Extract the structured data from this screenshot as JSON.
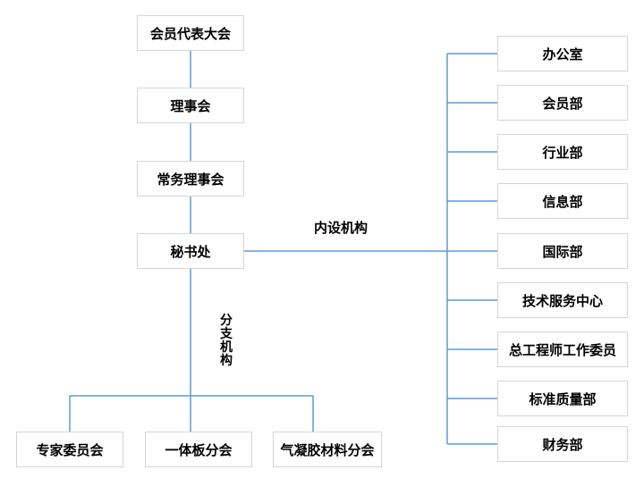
{
  "diagram": {
    "type": "org-chart",
    "colors": {
      "line": "#5b9bd5",
      "box_border": "#d6d6d6",
      "box_fill": "#ffffff",
      "text": "#000000",
      "background": "#ffffff"
    },
    "main_chain": [
      {
        "label": "会员代表大会"
      },
      {
        "label": "理事会"
      },
      {
        "label": "常务理事会"
      },
      {
        "label": "秘书处"
      }
    ],
    "section_labels": {
      "internal": "内设机构",
      "branches": "分支机构"
    },
    "internal_departments": [
      "办公室",
      "会员部",
      "行业部",
      "信息部",
      "国际部",
      "技术服务中心",
      "总工程师工作委员",
      "标准质量部",
      "财务部"
    ],
    "branch_organizations": [
      "专家委员会",
      "一体板分会",
      "气凝胶材料分会"
    ]
  }
}
